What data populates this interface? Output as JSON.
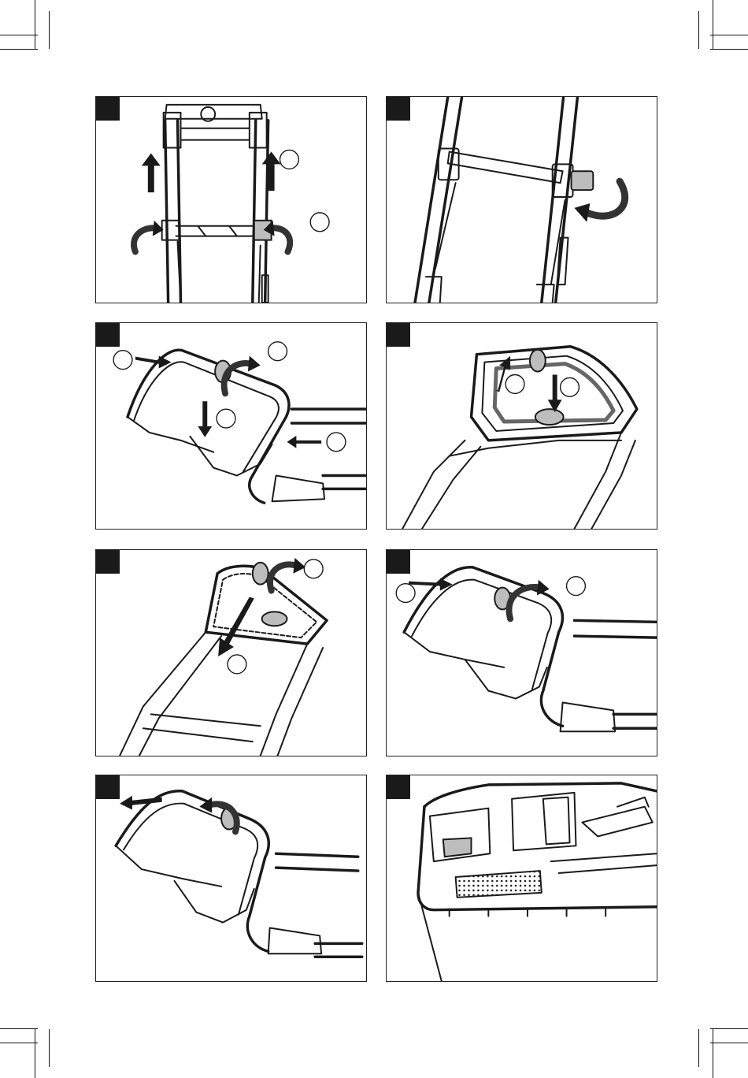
{
  "page": {
    "background": "#ffffff",
    "ink": "#1a1a1a"
  },
  "panels": [
    {
      "id": 1,
      "label": "",
      "depicts": "handle-unfold-and-lock"
    },
    {
      "id": 2,
      "label": "",
      "depicts": "handle-height-knob"
    },
    {
      "id": 3,
      "label": "",
      "depicts": "upper-handle-mount"
    },
    {
      "id": 4,
      "label": "",
      "depicts": "grass-bag-frame-insert"
    },
    {
      "id": 5,
      "label": "",
      "depicts": "grass-bag-placement"
    },
    {
      "id": 6,
      "label": "",
      "depicts": "upper-handle-tighten"
    },
    {
      "id": 7,
      "label": "",
      "depicts": "upper-handle-release"
    },
    {
      "id": 8,
      "label": "",
      "depicts": "battery-compartment"
    }
  ]
}
